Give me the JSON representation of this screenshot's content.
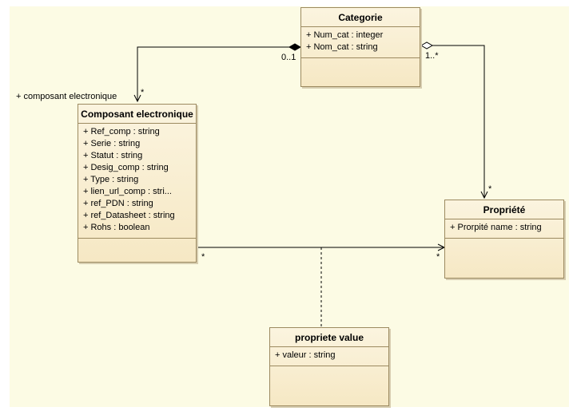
{
  "classes": {
    "categorie": {
      "title": "Categorie",
      "attributes": [
        "+ Num_cat : integer",
        "+ Nom_cat : string"
      ]
    },
    "composant": {
      "title": "Composant electronique",
      "attributes": [
        "+ Ref_comp : string",
        "+ Serie : string",
        "+ Statut : string",
        "+ Desig_comp : string",
        "+ Type : string",
        "+ lien_url_comp : stri...",
        "+ ref_PDN : string",
        "+ ref_Datasheet : string",
        "+ Rohs : boolean"
      ]
    },
    "propriete": {
      "title": "Propriété",
      "attributes": [
        "+ Prorpité name : string"
      ]
    },
    "propriete_value": {
      "title": "propriete value",
      "attributes": [
        "+ valeur : string"
      ]
    }
  },
  "associations": {
    "cat_comp": {
      "cat_mult": "0..1",
      "comp_mult": "*",
      "comp_role": "+ composant electronique"
    },
    "cat_prop": {
      "cat_mult": "1..*",
      "prop_mult": "*"
    },
    "comp_prop": {
      "comp_mult": "*",
      "prop_mult": "*"
    }
  }
}
